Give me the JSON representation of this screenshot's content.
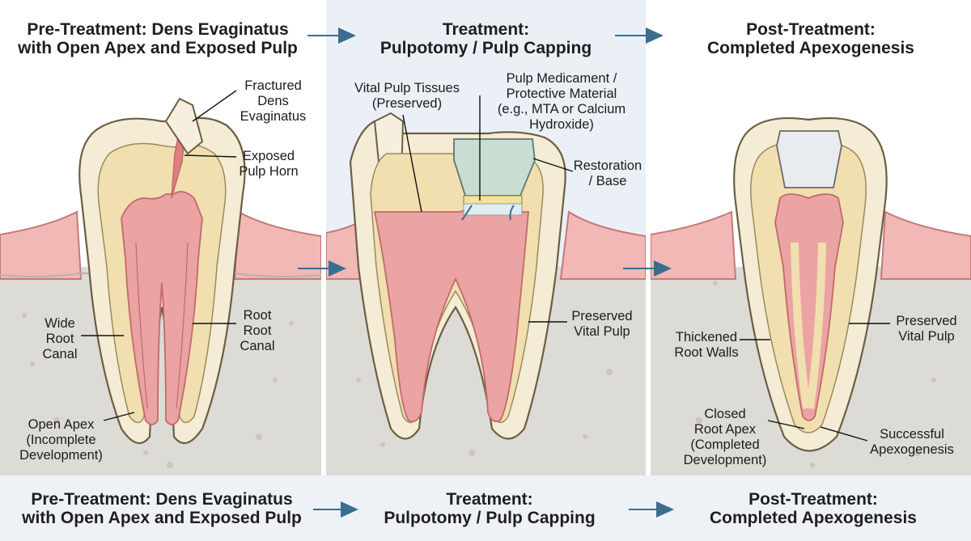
{
  "panels": [
    {
      "title_line1": "Pre-Treatment: Dens Evaginatus",
      "title_line2": "with Open Apex and Exposed Pulp",
      "labels": {
        "fractured": [
          "Fractured",
          "Dens",
          "Evaginatus"
        ],
        "exposed": [
          "Exposed",
          "Pulp Horn"
        ],
        "wide_canal": [
          "Wide",
          "Root",
          "Canal"
        ],
        "root_canal": [
          "Root",
          "Root",
          "Canal"
        ],
        "open_apex": [
          "Open Apex",
          "(Incomplete",
          "Development)"
        ]
      }
    },
    {
      "title_line1": "Treatment:",
      "title_line2": "Pulpotomy / Pulp Capping",
      "labels": {
        "vital": [
          "Vital Pulp Tissues",
          "(Preserved)"
        ],
        "medicament": [
          "Pulp Medicament /",
          "Protective Material",
          "(e.g., MTA or Calcium",
          "Hydroxide)"
        ],
        "restoration": [
          "Restoration",
          "/ Base"
        ],
        "preserved": [
          "Preserved",
          "Vital Pulp"
        ]
      }
    },
    {
      "title_line1": "Post-Treatment:",
      "title_line2": "Completed Apexogenesis",
      "labels": {
        "thickened": [
          "Thickened",
          "Root Walls"
        ],
        "preserved": [
          "Preserved",
          "Vital Pulp"
        ],
        "closed": [
          "Closed",
          "Root Apex",
          "(Completed",
          "Development)"
        ],
        "successful": [
          "Successful",
          "Apexogenesis"
        ]
      }
    }
  ],
  "footer": [
    {
      "line1": "Pre-Treatment: Dens Evaginatus",
      "line2": "with Open Apex and Exposed Pulp"
    },
    {
      "line1": "Treatment:",
      "line2": "Pulpotomy / Pulp Capping"
    },
    {
      "line1": "Post-Treatment:",
      "line2": "Completed Apexogenesis"
    }
  ],
  "colors": {
    "enamel": "#f4ecd5",
    "dentin": "#f1dfb0",
    "pulp": "#eba3a3",
    "gum": "#f0b3b0",
    "bone": "#dddbd6",
    "arrow": "#3a6e8f",
    "medicament": "#c9ddd2"
  }
}
